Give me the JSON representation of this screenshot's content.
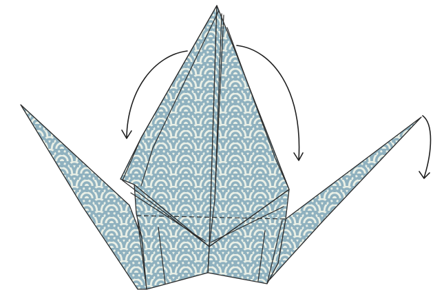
{
  "diagram": {
    "subject": "origami-crane-folding-step",
    "colors": {
      "paper_base": "#e9efe6",
      "pattern": "#8fb1bf",
      "pattern_dark": "#7fa2b1",
      "fold_line": "#2b2b2b",
      "arrow": "#1e1e1e"
    },
    "pattern_name": "seigaiha-wave",
    "arrows": [
      {
        "name": "fold-head-left-arrow",
        "direction": "curving-down-left"
      },
      {
        "name": "fold-head-right-arrow",
        "direction": "curving-down-right"
      },
      {
        "name": "fold-wing-right-arrow",
        "direction": "curving-down"
      }
    ]
  }
}
